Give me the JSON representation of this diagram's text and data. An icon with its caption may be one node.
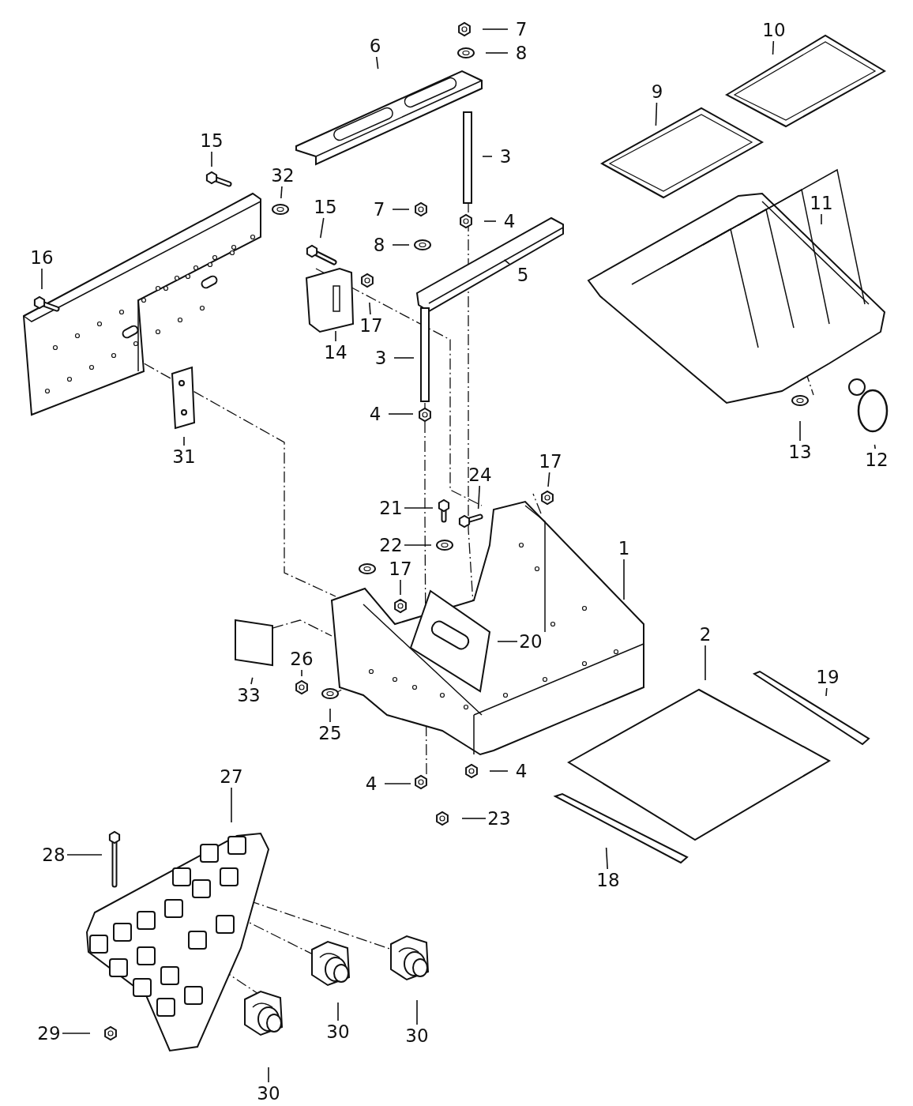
{
  "diagram": {
    "nodes": [
      {
        "text": [
          "7"
        ]
      },
      {
        "text": [
          "10"
        ]
      },
      {
        "text": [
          "8"
        ]
      },
      {
        "text": [
          "6"
        ]
      },
      {
        "text": [
          "9"
        ]
      },
      {
        "text": [
          "15"
        ]
      },
      {
        "text": [
          "3"
        ]
      },
      {
        "text": [
          "32"
        ]
      },
      {
        "text": [
          "11"
        ]
      },
      {
        "text": [
          "7"
        ]
      },
      {
        "text": [
          "15"
        ]
      },
      {
        "text": [
          "4"
        ]
      },
      {
        "text": [
          "8"
        ]
      },
      {
        "text": [
          "16"
        ]
      },
      {
        "text": [
          "5"
        ]
      },
      {
        "text": [
          "17"
        ]
      },
      {
        "text": [
          "14"
        ]
      },
      {
        "text": [
          "3"
        ]
      },
      {
        "text": [
          "4"
        ]
      },
      {
        "text": [
          "13"
        ]
      },
      {
        "text": [
          "31"
        ]
      },
      {
        "text": [
          "12"
        ]
      },
      {
        "text": [
          "17"
        ]
      },
      {
        "text": [
          "24"
        ]
      },
      {
        "text": [
          "21"
        ]
      },
      {
        "text": [
          "22"
        ]
      },
      {
        "text": [
          "1"
        ]
      },
      {
        "text": [
          "17"
        ]
      },
      {
        "text": [
          "2"
        ]
      },
      {
        "text": [
          "20"
        ]
      },
      {
        "text": [
          "26"
        ]
      },
      {
        "text": [
          "19"
        ]
      },
      {
        "text": [
          "33"
        ]
      },
      {
        "text": [
          "25"
        ]
      },
      {
        "text": [
          "4"
        ]
      },
      {
        "text": [
          "27"
        ]
      },
      {
        "text": [
          "4"
        ]
      },
      {
        "text": [
          "23"
        ]
      },
      {
        "text": [
          "28"
        ]
      },
      {
        "text": [
          "18"
        ]
      },
      {
        "text": [
          "29"
        ]
      },
      {
        "text": [
          "30"
        ]
      },
      {
        "text": [
          "30"
        ]
      },
      {
        "text": [
          "30"
        ]
      }
    ],
    "edges": [
      {
        "from": 0,
        "to": null,
        "arrow": "none"
      },
      {
        "from": 1,
        "to": null,
        "arrow": "none"
      },
      {
        "from": 2,
        "to": null,
        "arrow": "none"
      },
      {
        "from": 3,
        "to": null,
        "arrow": "none"
      },
      {
        "from": 4,
        "to": null,
        "arrow": "none"
      },
      {
        "from": 5,
        "to": null,
        "arrow": "none"
      },
      {
        "from": 6,
        "to": null,
        "arrow": "none"
      },
      {
        "from": 7,
        "to": null,
        "arrow": "none"
      },
      {
        "from": 8,
        "to": null,
        "arrow": "none"
      },
      {
        "from": 9,
        "to": null,
        "arrow": "none"
      },
      {
        "from": 10,
        "to": null,
        "arrow": "none"
      },
      {
        "from": 11,
        "to": null,
        "arrow": "none"
      },
      {
        "from": 12,
        "to": null,
        "arrow": "none"
      },
      {
        "from": 13,
        "to": null,
        "arrow": "none"
      },
      {
        "from": 14,
        "to": null,
        "arrow": "none"
      },
      {
        "from": 15,
        "to": null,
        "arrow": "none"
      },
      {
        "from": 16,
        "to": null,
        "arrow": "none"
      },
      {
        "from": 17,
        "to": null,
        "arrow": "none"
      },
      {
        "from": 18,
        "to": null,
        "arrow": "none"
      },
      {
        "from": 19,
        "to": null,
        "arrow": "none"
      },
      {
        "from": 20,
        "to": null,
        "arrow": "none"
      },
      {
        "from": 21,
        "to": null,
        "arrow": "none"
      },
      {
        "from": 22,
        "to": null,
        "arrow": "none"
      },
      {
        "from": 23,
        "to": null,
        "arrow": "none"
      },
      {
        "from": 24,
        "to": null,
        "arrow": "none"
      },
      {
        "from": 25,
        "to": null,
        "arrow": "none"
      },
      {
        "from": 26,
        "to": null,
        "arrow": "none"
      },
      {
        "from": 27,
        "to": null,
        "arrow": "none"
      },
      {
        "from": 28,
        "to": null,
        "arrow": "none"
      },
      {
        "from": 29,
        "to": null,
        "arrow": "none"
      },
      {
        "from": 30,
        "to": null,
        "arrow": "none"
      },
      {
        "from": 31,
        "to": null,
        "arrow": "none"
      },
      {
        "from": 32,
        "to": null,
        "arrow": "none"
      },
      {
        "from": 33,
        "to": null,
        "arrow": "none"
      },
      {
        "from": 34,
        "to": null,
        "arrow": "none"
      },
      {
        "from": 35,
        "to": null,
        "arrow": "none"
      },
      {
        "from": 36,
        "to": null,
        "arrow": "none"
      },
      {
        "from": 37,
        "to": null,
        "arrow": "none"
      },
      {
        "from": 38,
        "to": null,
        "arrow": "none"
      },
      {
        "from": 39,
        "to": null,
        "arrow": "none"
      },
      {
        "from": 40,
        "to": null,
        "arrow": "none"
      },
      {
        "from": 41,
        "to": null,
        "arrow": "none"
      },
      {
        "from": 42,
        "to": null,
        "arrow": "none"
      },
      {
        "from": 43,
        "to": null,
        "arrow": "none"
      }
    ]
  }
}
